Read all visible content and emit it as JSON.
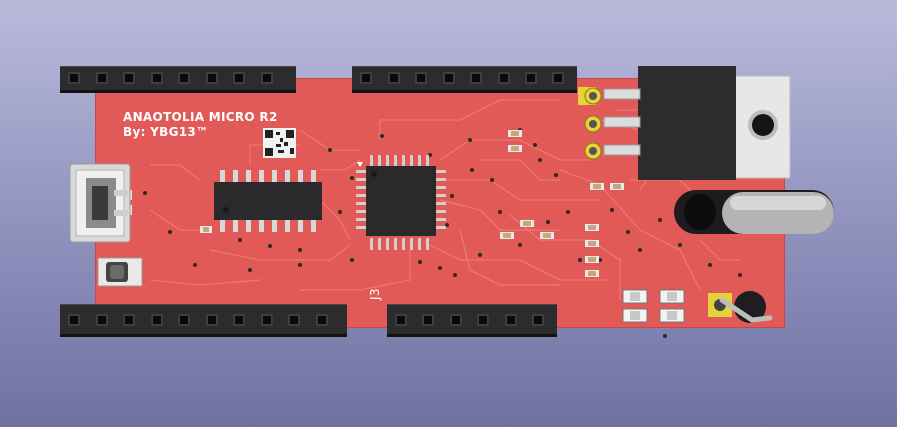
{
  "board": {
    "title": "ANAOTOLIA MICRO R2",
    "author": "By: YBG13™",
    "ref_j3": "J3",
    "colors": {
      "pcb": "#e25a57",
      "trace": "#f07a74",
      "header": "#2c2c2e",
      "pad_gold": "#e6d23a",
      "chip": "#2a2a2c",
      "background_top": "#b9badb",
      "background_bottom": "#6f729f"
    },
    "components": [
      "header-top-left-icon",
      "header-top-right-icon",
      "header-bottom-left-icon",
      "header-bottom-right-icon",
      "usb-connector-icon",
      "reset-button-icon",
      "soic-chip-icon",
      "qfp-microcontroller-icon",
      "voltage-regulator-icon",
      "crystal-oscillator-icon",
      "qr-code-icon",
      "led-icon"
    ]
  }
}
